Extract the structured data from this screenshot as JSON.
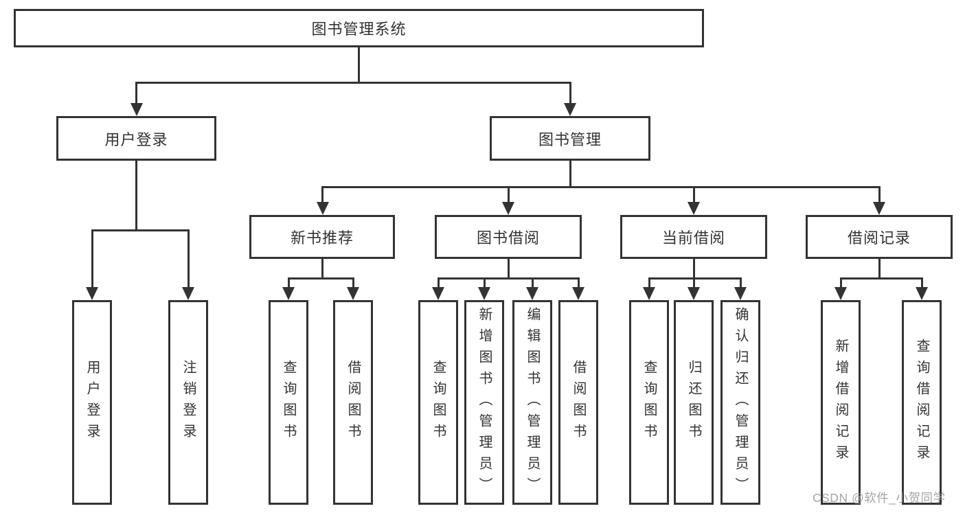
{
  "diagram": {
    "root": {
      "label": "图书管理系统"
    },
    "branches": [
      {
        "label": "用户登录",
        "children": [
          {
            "label": "用户登录"
          },
          {
            "label": "注销登录"
          }
        ]
      },
      {
        "label": "图书管理",
        "children": [
          {
            "label": "新书推荐",
            "children": [
              {
                "label": "查询图书"
              },
              {
                "label": "借阅图书"
              }
            ]
          },
          {
            "label": "图书借阅",
            "children": [
              {
                "label": "查询图书"
              },
              {
                "label": "新增图书（管理员）"
              },
              {
                "label": "编辑图书（管理员）"
              },
              {
                "label": "借阅图书"
              }
            ]
          },
          {
            "label": "当前借阅",
            "children": [
              {
                "label": "查询图书"
              },
              {
                "label": "归还图书"
              },
              {
                "label": "确认归还（管理员）"
              }
            ]
          },
          {
            "label": "借阅记录",
            "children": [
              {
                "label": "新增借阅记录"
              },
              {
                "label": "查询借阅记录"
              }
            ]
          }
        ]
      }
    ]
  },
  "watermark": {
    "text": "CSDN @软件_小贺同学"
  },
  "colors": {
    "line": "#333333",
    "box_border": "#333333",
    "box_fill": "#ffffff",
    "text": "#333333",
    "watermark": "#9b9b9b",
    "background": "#ffffff"
  }
}
